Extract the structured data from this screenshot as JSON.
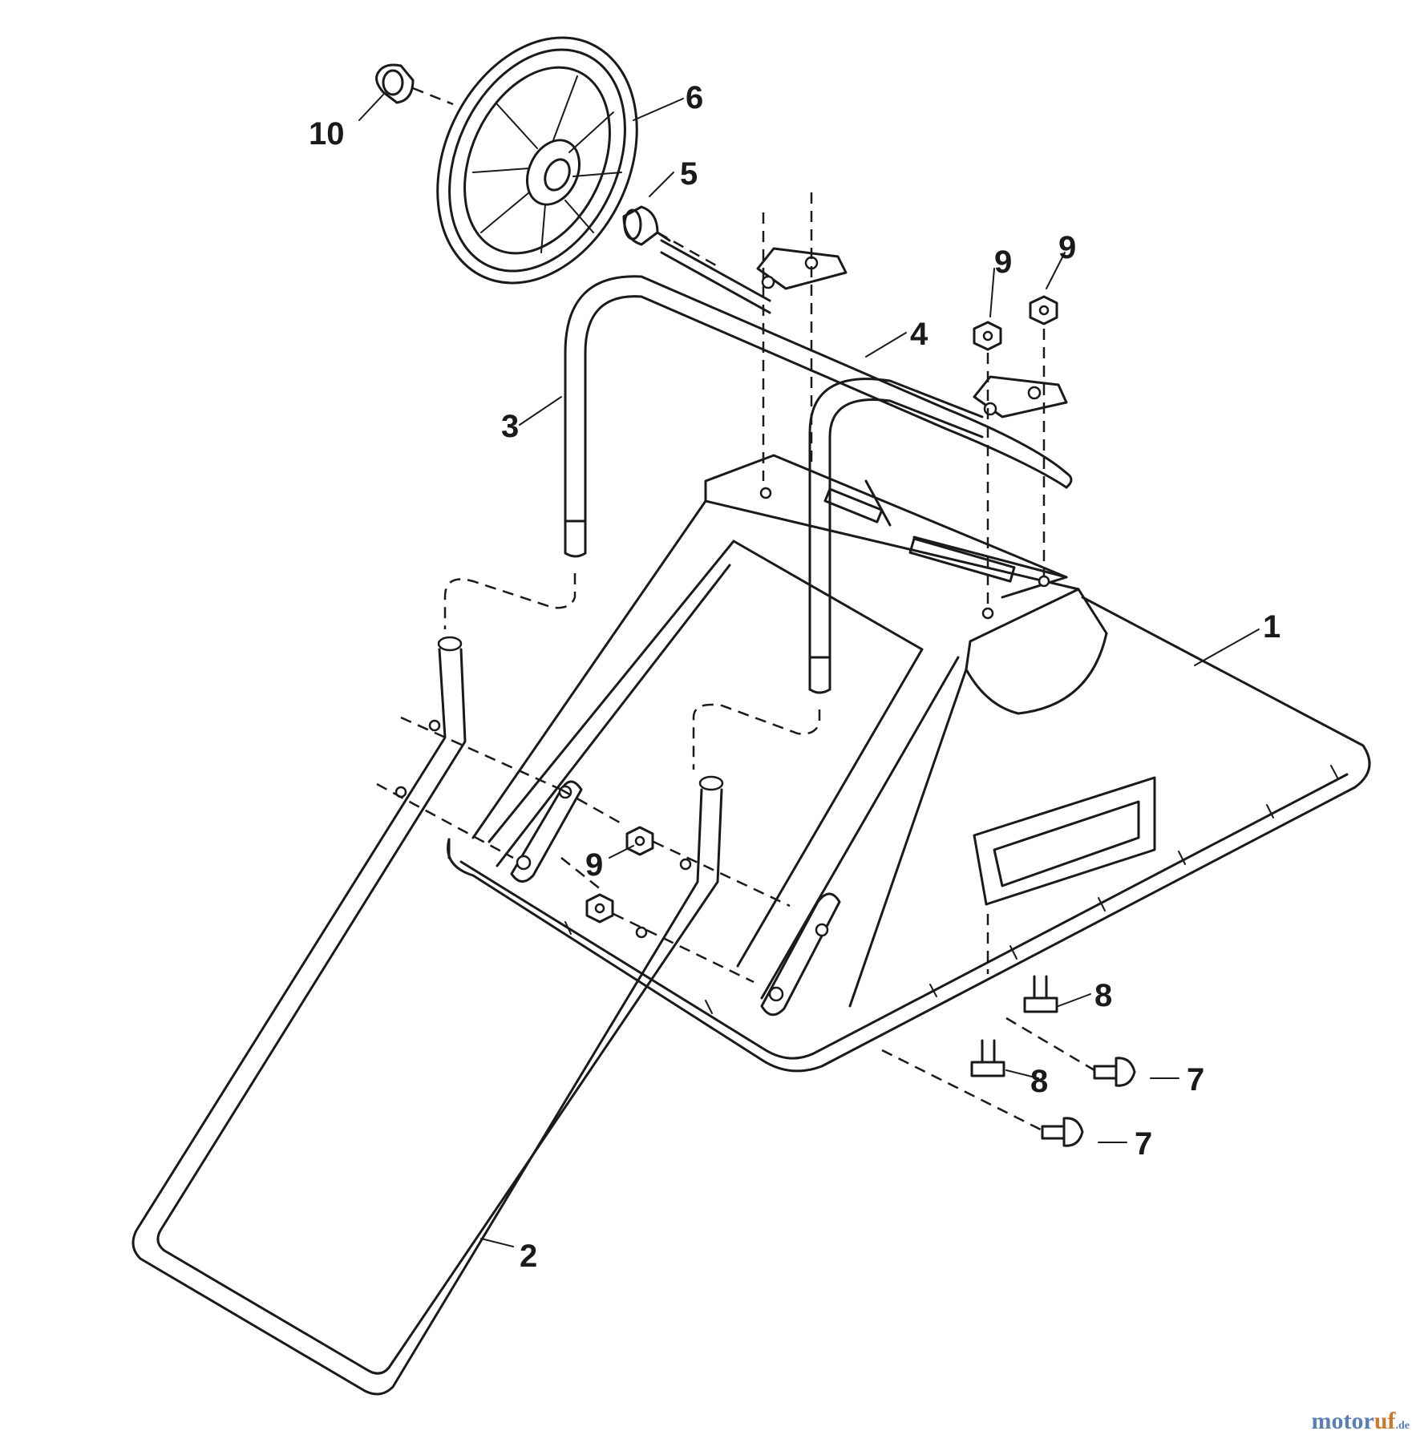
{
  "callouts": {
    "c1": "1",
    "c2": "2",
    "c3": "3",
    "c4": "4",
    "c5": "5",
    "c6": "6",
    "c7a": "7",
    "c7b": "7",
    "c8a": "8",
    "c8b": "8",
    "c9a": "9",
    "c9b": "9",
    "c9c": "9",
    "c10": "10"
  },
  "watermark": {
    "part1": "motor",
    "part2": "uf",
    "part3": ".de"
  },
  "colors": {
    "line": "#1a1a1a",
    "watermark_blue": "#5a7fb0",
    "watermark_orange": "#c87a35"
  }
}
